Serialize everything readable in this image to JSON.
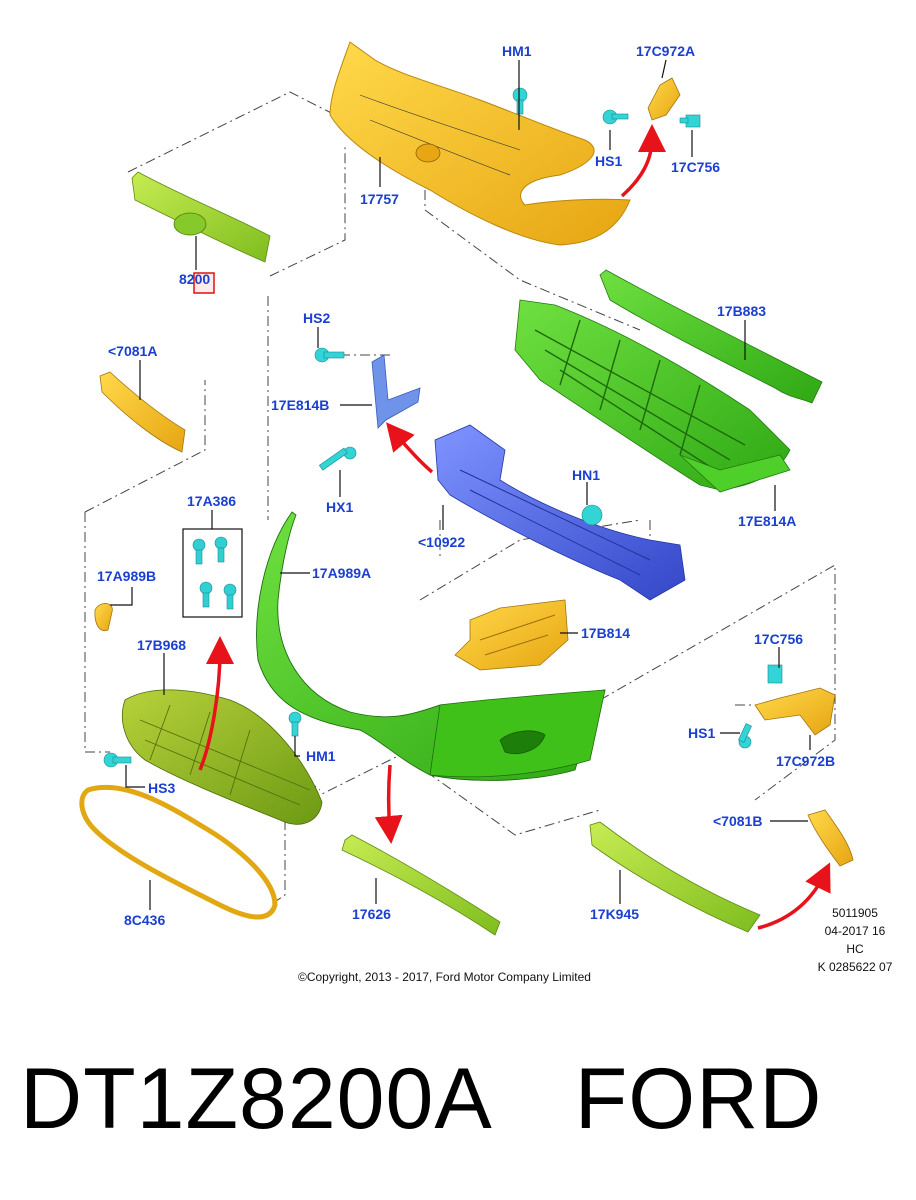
{
  "labels": {
    "hm1_top": "HM1",
    "c972a": "17C972A",
    "hs1_top": "HS1",
    "c756_top": "17C756",
    "bumper_top": "17757",
    "grille": "8200",
    "b883": "17B883",
    "hs2": "HS2",
    "e814b": "17E814B",
    "a7081": "<7081A",
    "hx1": "HX1",
    "hn1": "HN1",
    "e814a": "17E814A",
    "a386": "17A386",
    "reinforce": "<10922",
    "a989a": "17A989A",
    "a989b": "17A989B",
    "b814": "17B814",
    "b968": "17B968",
    "c756_right": "17C756",
    "hs1_right": "HS1",
    "hm1_bottom": "HM1",
    "c972b": "17C972B",
    "hs3": "HS3",
    "b7081": "<7081B",
    "c436": "8C436",
    "p17626": "17626",
    "k945": "17K945"
  },
  "stamp": {
    "line1": "5011905",
    "line2": "04-2017 16",
    "line3": "HC",
    "line4": "K 0285622 07"
  },
  "copyright": "©Copyright, 2013 - 2017, Ford Motor Company Limited",
  "caption": {
    "part_number": "DT1Z8200A",
    "brand": "FORD"
  },
  "colors": {
    "label_blue": "#1a3fd1",
    "part_yellow": "#f2b81c",
    "part_green": "#45c21e",
    "part_lime": "#9ad62a",
    "part_blue": "#4a66e0",
    "fastener_cyan": "#35d6d6",
    "arrow_red": "#e8121b",
    "highlight_box": "#e01010"
  }
}
